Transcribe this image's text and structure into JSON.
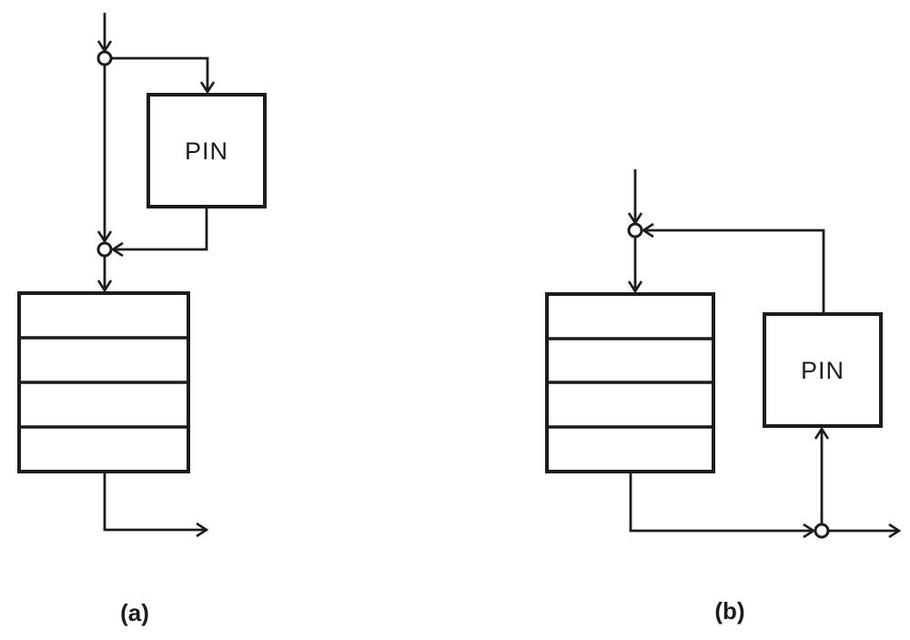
{
  "colors": {
    "stroke": "#1c1c1c",
    "background": "#ffffff"
  },
  "diagram_a": {
    "caption": "(a)",
    "pin_label": "PIN",
    "stack_rows": 4
  },
  "diagram_b": {
    "caption": "(b)",
    "pin_label": "PIN",
    "stack_rows": 4
  }
}
